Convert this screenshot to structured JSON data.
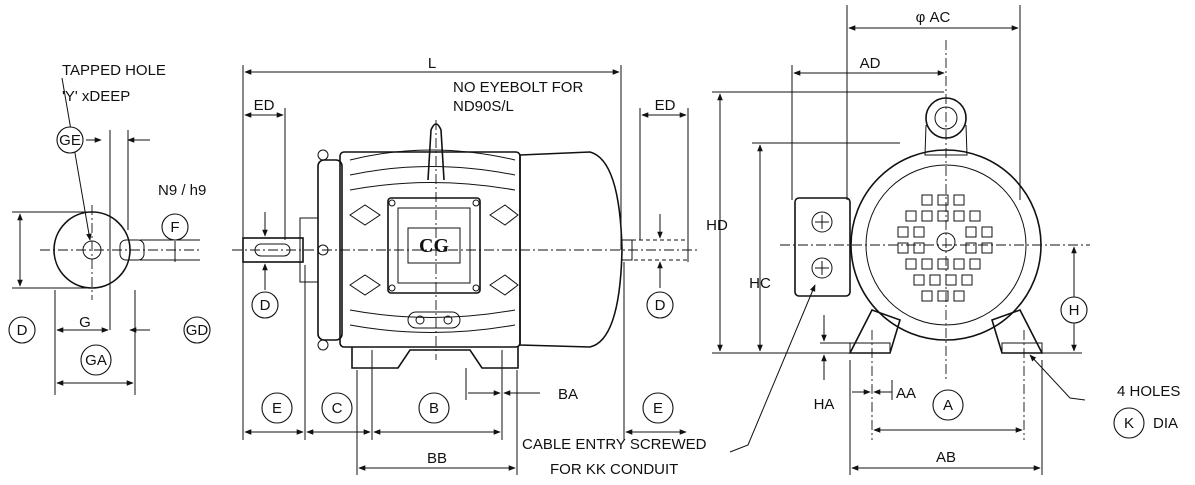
{
  "view_left": {
    "tapped_hole_line1": "TAPPED HOLE",
    "tapped_hole_line2": "'Y' xDEEP",
    "ge": "GE",
    "f": "F",
    "tolerance": "N9 / h9",
    "d": "D",
    "g": "G",
    "ga": "GA",
    "gd": "GD"
  },
  "view_side": {
    "l": "L",
    "ed_left": "ED",
    "ed_right": "ED",
    "eyebolt_line1": "NO EYEBOLT FOR",
    "eyebolt_line2": "ND90S/L",
    "d_left": "D",
    "d_right": "D",
    "e_left": "E",
    "e_right": "E",
    "c": "C",
    "b": "B",
    "ba": "BA",
    "bb": "BB",
    "cable_line1": "CABLE ENTRY SCREWED",
    "cable_line2": "FOR KK CONDUIT",
    "logo": "CG"
  },
  "view_end": {
    "ac": "φ  AC",
    "ad": "AD",
    "hd": "HD",
    "hc": "HC",
    "h": "H",
    "ha": "HA",
    "aa": "AA",
    "a": "A",
    "ab": "AB",
    "holes": "4 HOLES",
    "k": "K",
    "dia": "DIA"
  }
}
